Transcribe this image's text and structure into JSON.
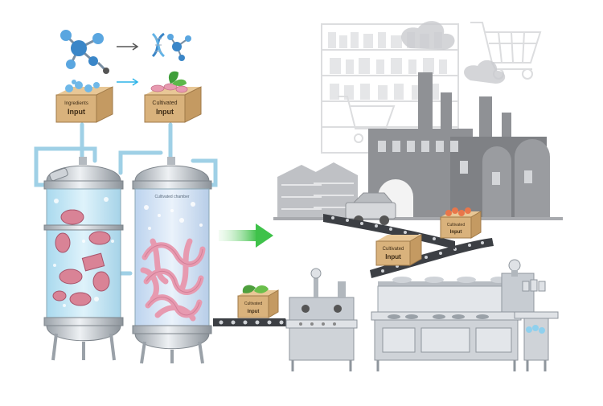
{
  "boxes": {
    "top_left": {
      "line1": "Ingredients",
      "line2": "Input"
    },
    "top_right": {
      "line1": "Cultivated",
      "line2": "Input"
    },
    "belt_upper": {
      "line1": "Cultivated",
      "line2": "Input"
    },
    "belt_middle": {
      "line1": "Cultivated",
      "line2": "Input"
    },
    "belt_lower": {
      "line1": "Cultivated",
      "line2": "Input"
    }
  },
  "tank_right_label": "Cultivated chamber",
  "colors": {
    "arrow_green": "#3fc24a",
    "tank_liquid_left": "#bfe6f5",
    "tank_liquid_right": "#d7e8f8",
    "meat_pink": "#e79ab0",
    "factory_gray": "#8f9195",
    "box_tan": "#d9b27c",
    "steel": "#c7ccd2"
  },
  "icons": [
    "molecule-icon",
    "dna-icon",
    "shopping-cart-icon",
    "leaf-icon"
  ]
}
